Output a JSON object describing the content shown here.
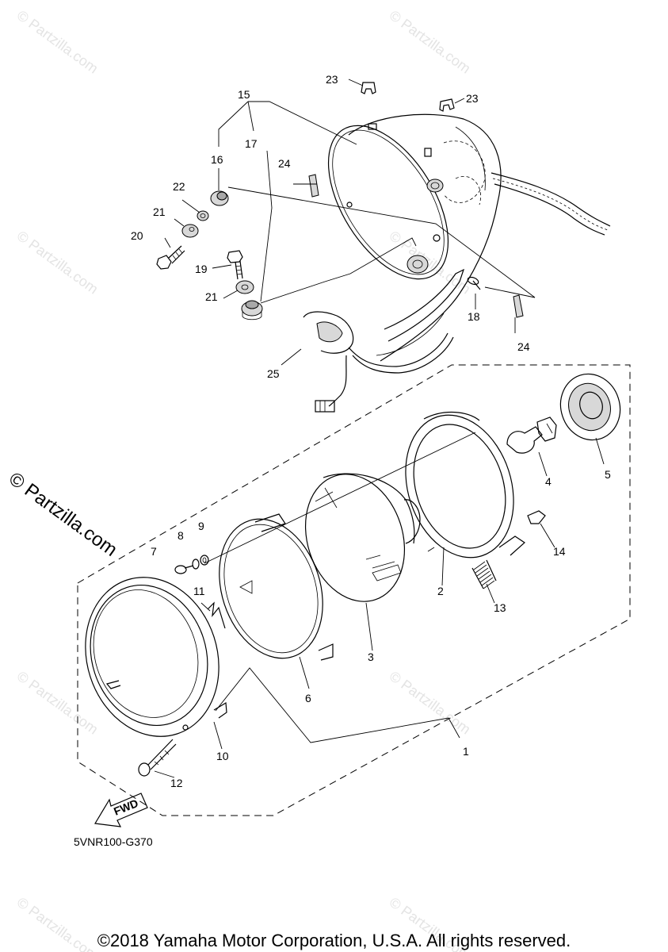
{
  "diagram": {
    "catalog_code": "5VNR100-G370",
    "copyright": "©2018 Yamaha Motor Corporation, U.S.A. All rights reserved.",
    "watermark": "© Partzilla.com",
    "fwd_label": "FWD",
    "callouts": [
      "1",
      "2",
      "3",
      "4",
      "5",
      "6",
      "7",
      "8",
      "9",
      "10",
      "11",
      "12",
      "13",
      "14",
      "15",
      "16",
      "17",
      "18",
      "19",
      "20",
      "21",
      "21",
      "22",
      "23",
      "23",
      "24",
      "24",
      "25"
    ]
  }
}
